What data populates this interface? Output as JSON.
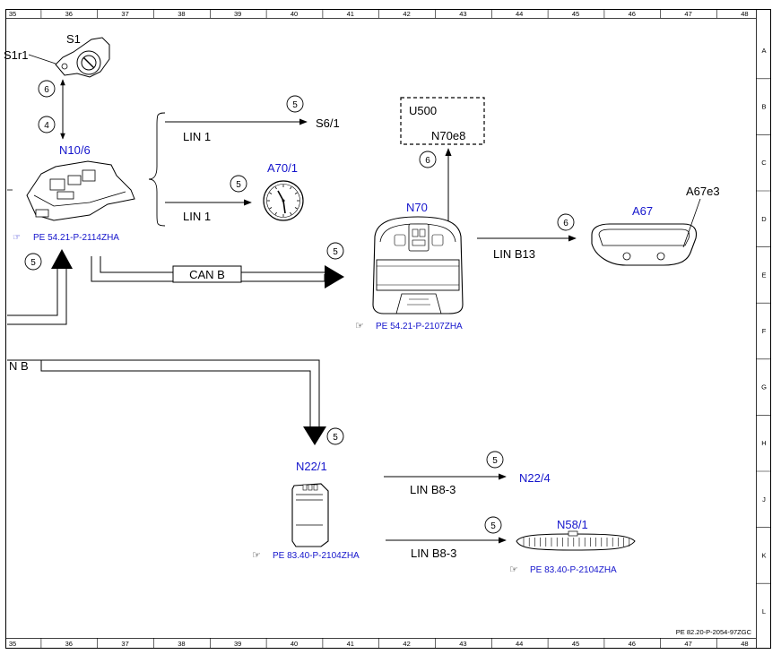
{
  "grid": {
    "columns": [
      "35",
      "36",
      "37",
      "38",
      "39",
      "40",
      "41",
      "42",
      "43",
      "44",
      "45",
      "46",
      "47",
      "48"
    ],
    "rows": [
      "A",
      "B",
      "C",
      "D",
      "E",
      "F",
      "G",
      "H",
      "J",
      "K",
      "L"
    ]
  },
  "footer": {
    "doc_ref": "PE 82.20-P-2054-97ZGC"
  },
  "components": {
    "s1": {
      "label": "S1",
      "sub": "S1r1"
    },
    "n10_6": {
      "label": "N10/6",
      "ref": "PE 54.21-P-2114ZHA"
    },
    "a70_1": {
      "label": "A70/1"
    },
    "s6_1": {
      "label": "S6/1"
    },
    "u500": {
      "label": "U500",
      "sub": "N70e8"
    },
    "n70": {
      "label": "N70",
      "ref": "PE 54.21-P-2107ZHA"
    },
    "a67": {
      "label": "A67",
      "sub": "A67e3"
    },
    "n22_1": {
      "label": "N22/1",
      "ref": "PE 83.40-P-2104ZHA"
    },
    "n22_4": {
      "label": "N22/4"
    },
    "n58_1": {
      "label": "N58/1",
      "ref": "PE 83.40-P-2104ZHA"
    }
  },
  "connections": {
    "lin1_top": "LIN 1",
    "lin1_bottom": "LIN 1",
    "can_b_top": "CAN B",
    "can_b_left": "N B",
    "lin_b13": "LIN B13",
    "lin_b8_3_top": "LIN B8-3",
    "lin_b8_3_bottom": "LIN B8-3"
  },
  "markers": {
    "s1_up": "6",
    "s1_down": "4",
    "lin1_top": "5",
    "a70_1": "5",
    "n10_6_can": "5",
    "n70_can": "5",
    "u500": "6",
    "a67": "6",
    "n22_1": "5",
    "n22_4": "5",
    "n58_1": "5"
  }
}
